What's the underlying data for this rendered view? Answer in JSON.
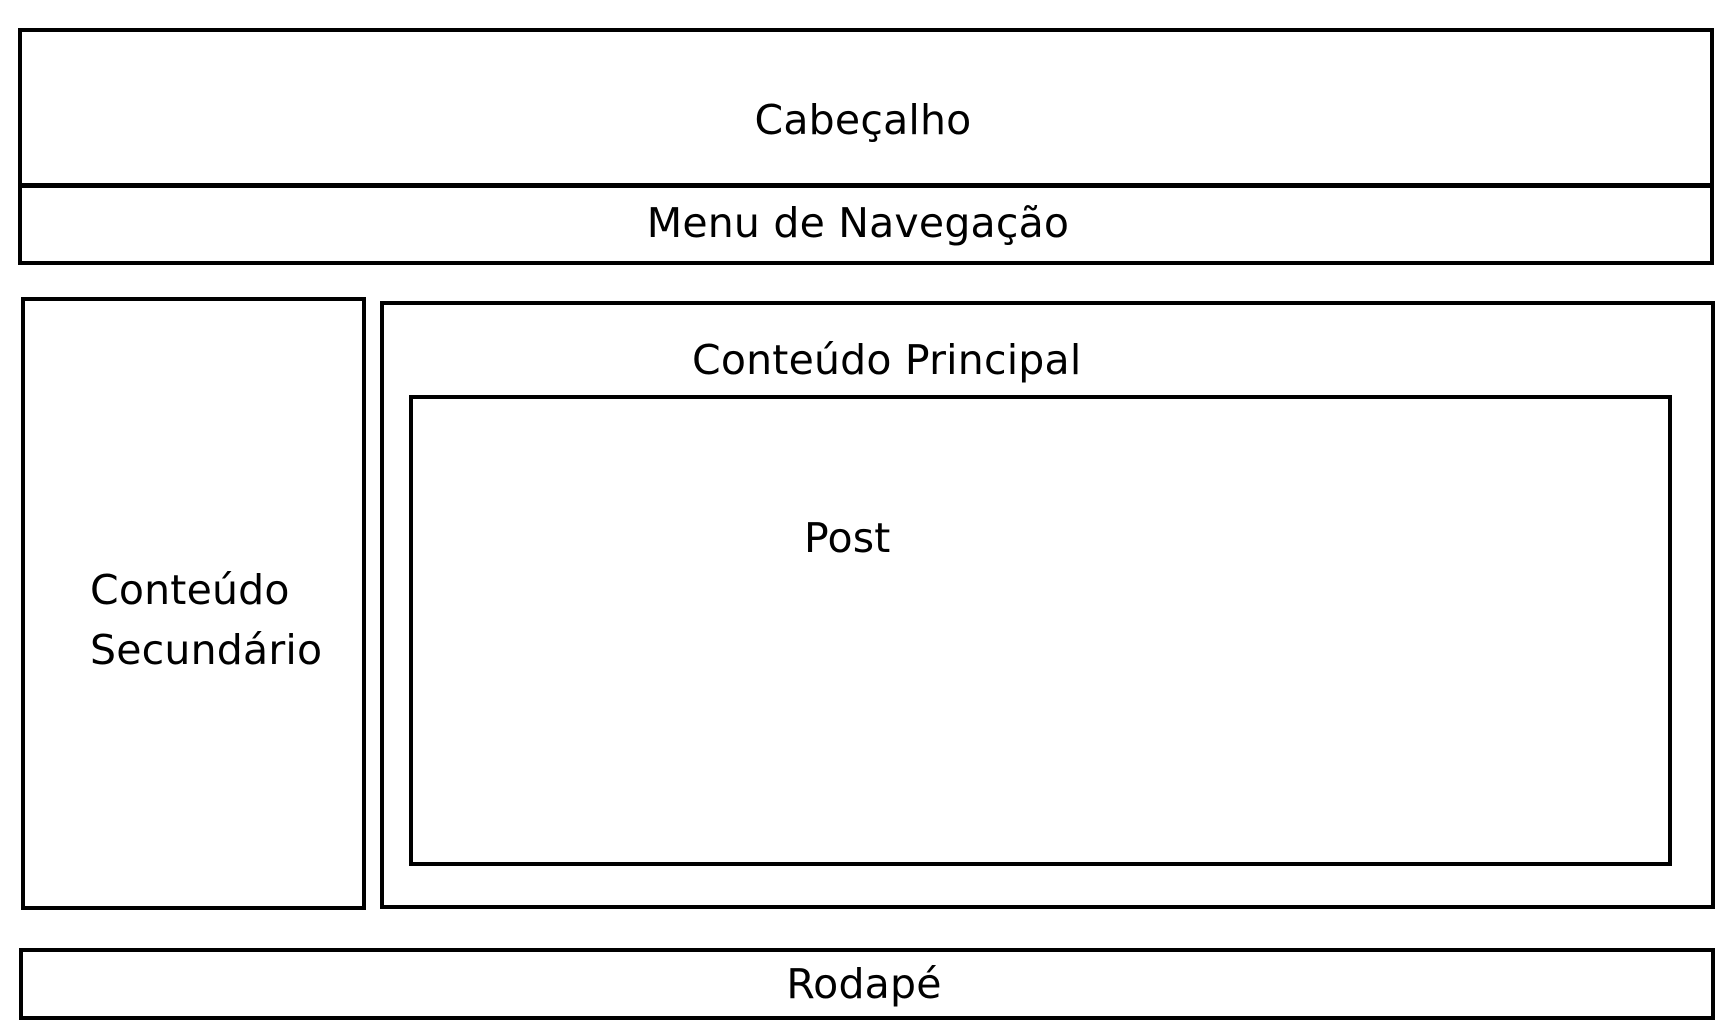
{
  "diagram": {
    "header": {
      "label": "Cabeçalho"
    },
    "navigation": {
      "label": "Menu de Navegação"
    },
    "secondary_content": {
      "label": "Conteúdo Secundário"
    },
    "main_content": {
      "label": "Conteúdo Principal",
      "post": {
        "label": "Post"
      }
    },
    "footer": {
      "label": "Rodapé"
    }
  },
  "colors": {
    "border": "#000000",
    "background": "#ffffff",
    "text": "#000000"
  }
}
